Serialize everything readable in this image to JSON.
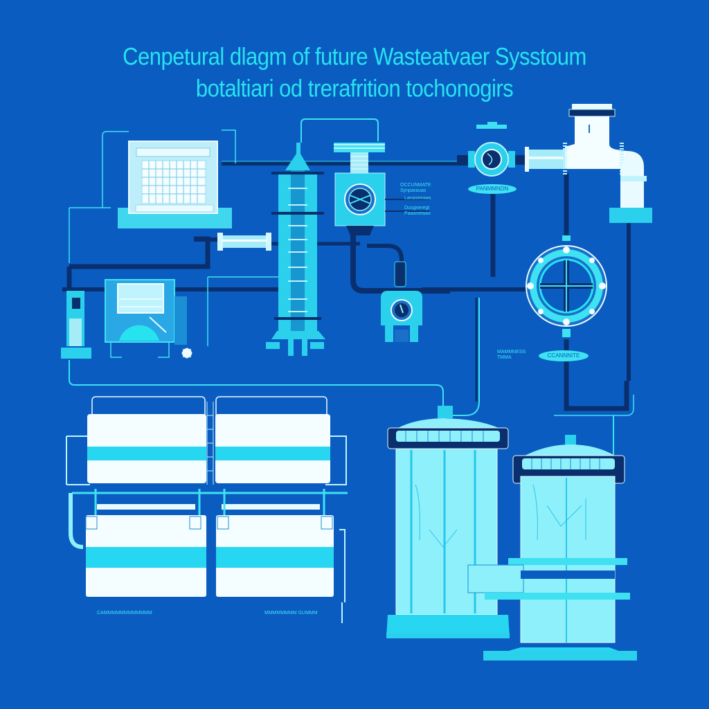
{
  "title": {
    "line1": "Cenpetural dlagm of future Wasteatvaer Sysstoum",
    "line2": "botaltiari od trerafrition tochonogirs"
  },
  "colors": {
    "background": "#0a5cc0",
    "accent_cyan": "#27e3f0",
    "light_cyan": "#8ef0fa",
    "white": "#f4fdff",
    "dark_pipe": "#0a2f6e"
  },
  "components": [
    {
      "id": "control-panel",
      "type": "monitor"
    },
    {
      "id": "filtration-column",
      "type": "column"
    },
    {
      "id": "centrifugal-unit",
      "type": "pump-box"
    },
    {
      "id": "flow-meter",
      "type": "meter"
    },
    {
      "id": "elbow-pipe-assembly",
      "type": "pipe"
    },
    {
      "id": "large-valve",
      "type": "butterfly-valve"
    },
    {
      "id": "settling-tank",
      "type": "tank"
    },
    {
      "id": "secondary-pump",
      "type": "pump"
    },
    {
      "id": "storage-tank-array",
      "type": "tanks",
      "count": 4
    },
    {
      "id": "bioreactor-1",
      "type": "reactor"
    },
    {
      "id": "bioreactor-2",
      "type": "reactor"
    }
  ],
  "labels": {
    "unit_label_1": "OCCUNMATE\nSynparauas",
    "unit_label_2": "Lanaseeaan",
    "unit_label_3": "Dusgneregt\nPaaanetaao",
    "pill_1": "PANMMNDN",
    "pill_2": "CCANNNITE",
    "side_label": "MAMMNESS\nTMMA",
    "tank_caption_left": "CAMMMMMMMMMMMM",
    "tank_caption_right": "MMMMMMMM GUMMM"
  }
}
